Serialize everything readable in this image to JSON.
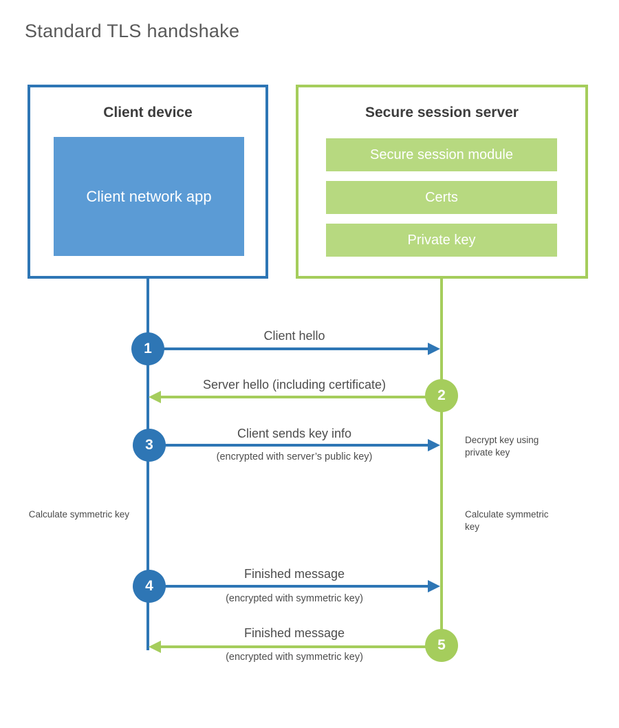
{
  "title": "Standard TLS handshake",
  "colors": {
    "blue": "#2e76b5",
    "blue_fill": "#5b9bd5",
    "green": "#a5cd5c",
    "green_fill": "#b7d980",
    "label_text": "#4d4d4d",
    "header_text": "#3d3d3d",
    "title_text": "#595959"
  },
  "client": {
    "header": "Client device",
    "app_label": "Client network app"
  },
  "server": {
    "header": "Secure session server",
    "modules": [
      "Secure session module",
      "Certs",
      "Private key"
    ]
  },
  "steps": [
    {
      "number": "1",
      "actor": "client",
      "direction": "right",
      "label": "Client hello"
    },
    {
      "number": "2",
      "actor": "server",
      "direction": "left",
      "label": "Server hello (including certificate)"
    },
    {
      "number": "3",
      "actor": "client",
      "direction": "right",
      "label": "Client sends key info",
      "sublabel": "(encrypted with server’s public key)"
    },
    {
      "number": "4",
      "actor": "client",
      "direction": "right",
      "label": "Finished message",
      "sublabel": "(encrypted with symmetric key)"
    },
    {
      "number": "5",
      "actor": "server",
      "direction": "left",
      "label": "Finished message",
      "sublabel": "(encrypted with symmetric key)"
    }
  ],
  "side_notes": {
    "decrypt": "Decrypt key using private key",
    "client_calc": "Calculate symmetric key",
    "server_calc": "Calculate symmetric key"
  }
}
